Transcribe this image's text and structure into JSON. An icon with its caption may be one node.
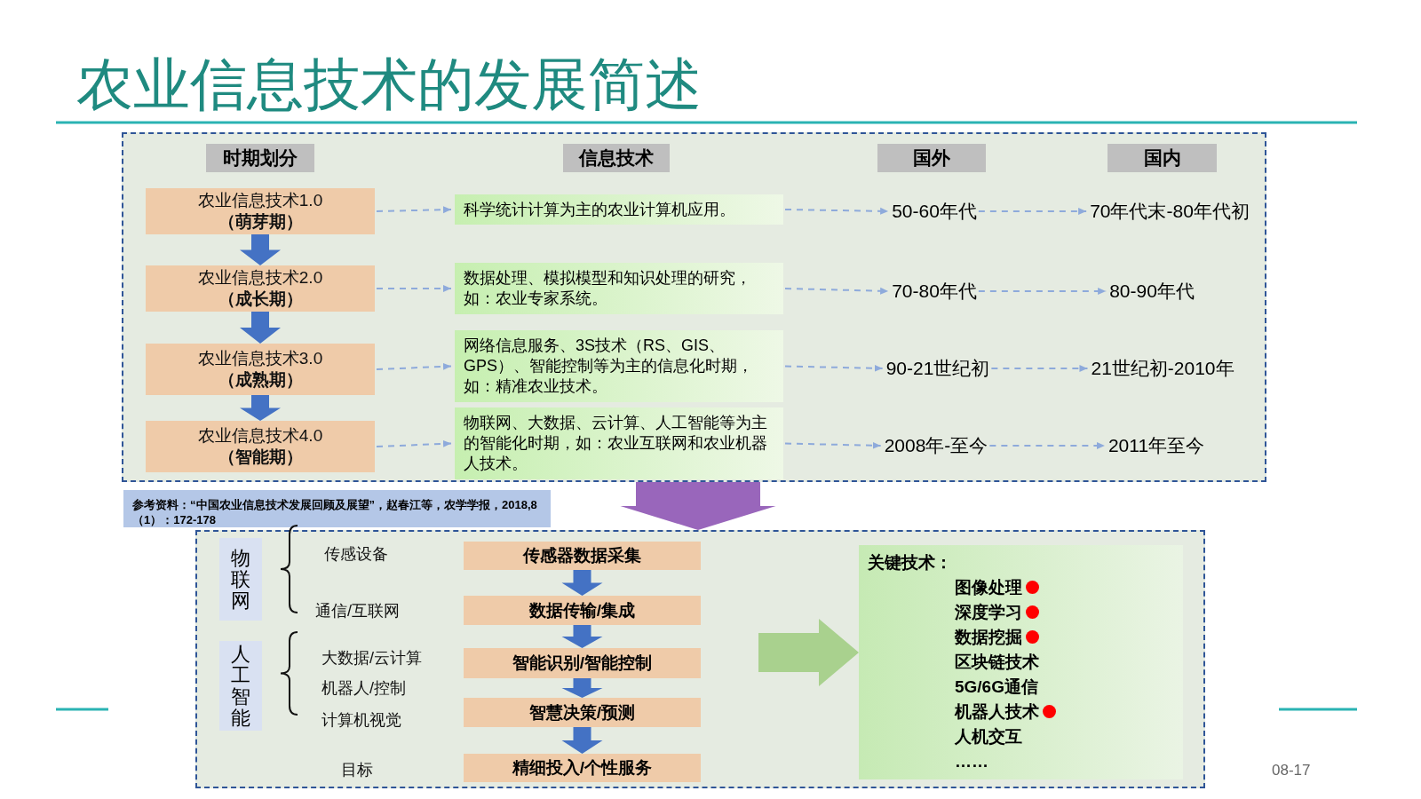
{
  "diagram": {
    "title": "农业信息技术的发展简述",
    "nodes": [
      {
        "text": [],
        "shape": "box"
      },
      {
        "text": [
          "时期划分"
        ],
        "in": 0
      },
      {
        "text": [
          "信息技术"
        ],
        "in": 0
      },
      {
        "text": [
          "国外"
        ],
        "in": 0
      },
      {
        "text": [
          "国内"
        ],
        "in": 0
      },
      {
        "text": [
          "农业信息技术1.0",
          "（萌芽期）"
        ],
        "in": 0
      },
      {
        "text": [
          "农业信息技术2.0",
          "（成长期）"
        ],
        "in": 0
      },
      {
        "text": [
          "农业信息技术3.0",
          "（成熟期）"
        ],
        "in": 0
      },
      {
        "text": [
          "农业信息技术4.0",
          "（智能期）"
        ],
        "in": 0
      },
      {
        "text": [
          "科学统计计算为主的农业计算机应用。"
        ],
        "in": 0
      },
      {
        "text": [
          "数据处理、模拟模型和知识处理的研究，如：农业专家系统。"
        ],
        "in": 0
      },
      {
        "text": [
          "网络信息服务、3S技术（RS、GIS、GPS）、智能控制等为主的信息化时期，如：精准农业技术。"
        ],
        "in": 0
      },
      {
        "text": [
          "物联网、大数据、云计算、人工智能等为主的智能化时期，如：农业互联网和农业机器人技术。"
        ],
        "in": 0
      },
      {
        "text": [
          "50-60年代"
        ],
        "in": 0
      },
      {
        "text": [
          "70-80年代"
        ],
        "in": 0
      },
      {
        "text": [
          "90-21世纪初"
        ],
        "in": 0
      },
      {
        "text": [
          "2008年-至今"
        ],
        "in": 0
      },
      {
        "text": [
          "70年代末-80年代初"
        ],
        "in": 0
      },
      {
        "text": [
          "80-90年代"
        ],
        "in": 0
      },
      {
        "text": [
          "21世纪初-2010年"
        ],
        "in": 0
      },
      {
        "text": [
          "2011年至今"
        ],
        "in": 0
      },
      {
        "text": [
          "参考资料：“中国农业信息技术发展回顾及展望”，赵春江等，农学学报，2018,8（1）：172-178"
        ]
      },
      {
        "text": [],
        "shape": "box"
      },
      {
        "text": [
          "物联网"
        ],
        "in": 22
      },
      {
        "text": [
          "人工智能"
        ],
        "in": 22
      },
      {
        "text": [
          "传感器数据采集"
        ],
        "in": 22
      },
      {
        "text": [
          "数据传输/集成"
        ],
        "in": 22
      },
      {
        "text": [
          "智能识别/智能控制"
        ],
        "in": 22
      },
      {
        "text": [
          "智慧决策/预测"
        ],
        "in": 22
      },
      {
        "text": [
          "精细投入/个性服务"
        ],
        "in": 22
      },
      {
        "text": [
          "关键技术：",
          "图像处理",
          "深度学习",
          "数据挖掘",
          "区块链技术",
          "5G/6G通信",
          "机器人技术",
          "人机交互",
          "……"
        ],
        "in": 22
      }
    ],
    "edges": [
      {
        "from": 5,
        "to": 6,
        "arrow": "to",
        "style": "thick",
        "color": "#4472c4"
      },
      {
        "from": 6,
        "to": 7,
        "arrow": "to",
        "style": "thick",
        "color": "#4472c4"
      },
      {
        "from": 7,
        "to": 8,
        "arrow": "to",
        "style": "thick",
        "color": "#4472c4"
      },
      {
        "from": 5,
        "to": 9,
        "arrow": "to",
        "style": "dashed"
      },
      {
        "from": 6,
        "to": 10,
        "arrow": "to",
        "style": "dashed"
      },
      {
        "from": 7,
        "to": 11,
        "arrow": "to",
        "style": "dashed"
      },
      {
        "from": 8,
        "to": 12,
        "arrow": "to",
        "style": "dashed"
      },
      {
        "from": 9,
        "to": 13,
        "arrow": "to",
        "style": "dashed"
      },
      {
        "from": 10,
        "to": 14,
        "arrow": "to",
        "style": "dashed"
      },
      {
        "from": 11,
        "to": 15,
        "arrow": "to",
        "style": "dashed"
      },
      {
        "from": 12,
        "to": 16,
        "arrow": "to",
        "style": "dashed"
      },
      {
        "from": 13,
        "to": 17,
        "arrow": "to",
        "style": "dashed"
      },
      {
        "from": 14,
        "to": 18,
        "arrow": "to",
        "style": "dashed"
      },
      {
        "from": 15,
        "to": 19,
        "arrow": "to",
        "style": "dashed"
      },
      {
        "from": 16,
        "to": 20,
        "arrow": "to",
        "style": "dashed"
      },
      {
        "from": 0,
        "to": 22,
        "arrow": "to",
        "style": "thick",
        "color": "#9966bb"
      },
      {
        "from": 25,
        "to": 26,
        "arrow": "to",
        "style": "thick",
        "color": "#4472c4"
      },
      {
        "from": 26,
        "to": 27,
        "arrow": "to",
        "style": "thick",
        "color": "#4472c4"
      },
      {
        "from": 27,
        "to": 28,
        "arrow": "to",
        "style": "thick",
        "color": "#4472c4"
      },
      {
        "from": 28,
        "to": 29,
        "arrow": "to",
        "style": "thick",
        "color": "#4472c4"
      },
      {
        "from": null,
        "to": 30,
        "arrow": "to",
        "style": "thick",
        "color": "#a9d18e"
      }
    ],
    "labels": [
      "传感设备",
      "通信/互联网",
      "大数据/云计算",
      "机器人/控制",
      "计算机视觉",
      "目标",
      "08-17"
    ]
  }
}
